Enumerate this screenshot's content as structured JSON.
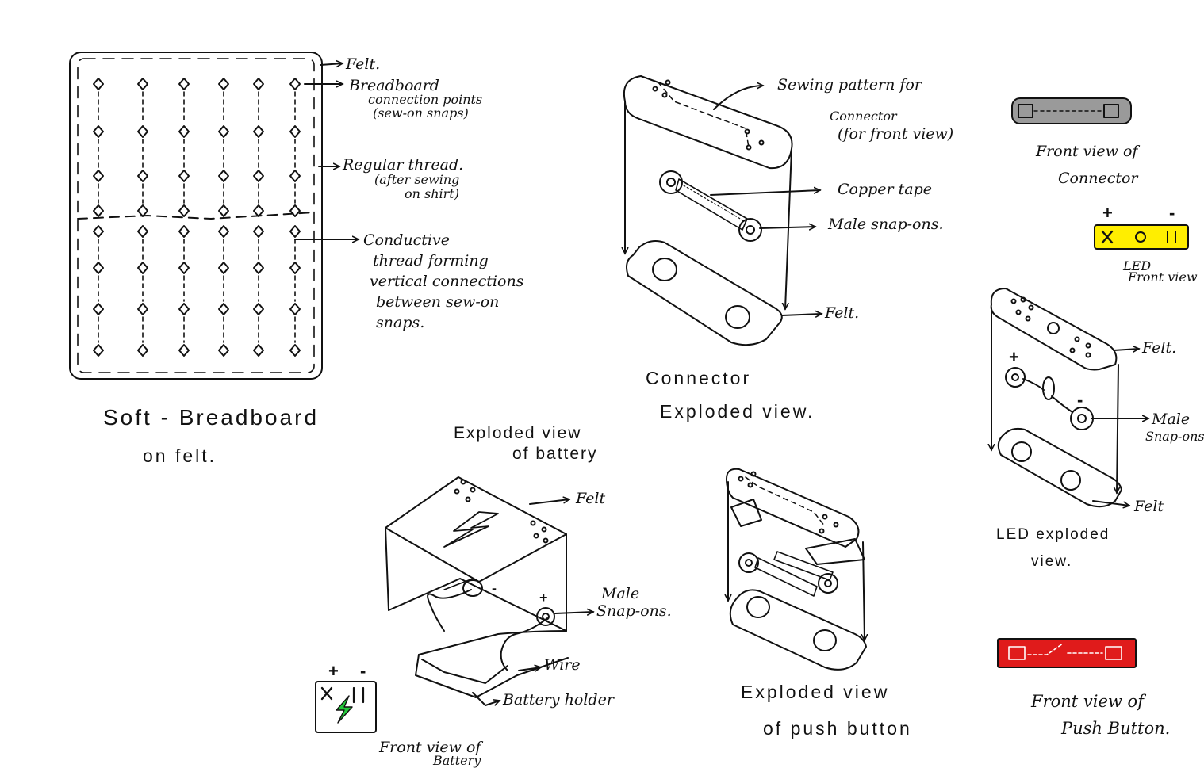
{
  "colors": {
    "ink": "#111111",
    "led_yellow": "#ffee00",
    "button_red": "#e01b1b",
    "connector_grey": "#9a9a9a",
    "battery_bolt": "#22c93a"
  },
  "breadboard": {
    "title_line1": "Soft - Breadboard",
    "title_line2": "on felt.",
    "labels": {
      "felt": "Felt.",
      "points_line1": "Breadboard",
      "points_line2": "connection points",
      "points_line3": "(sew-on snaps)",
      "thread_line1": "Regular thread.",
      "thread_line2": "(after sewing",
      "thread_line3": "on shirt)",
      "conductive_line1": "Conductive",
      "conductive_line2": "thread forming",
      "conductive_line3": "vertical connections",
      "conductive_line4": "between sew-on",
      "conductive_line5": "snaps."
    }
  },
  "connector": {
    "title_line1": "Connector",
    "title_line2": "Exploded view.",
    "labels": {
      "sewing_line1": "Sewing pattern for",
      "sewing_line2": "Connector",
      "sewing_line3": "(for front view)",
      "copper": "Copper tape",
      "male": "Male snap-ons.",
      "felt": "Felt."
    },
    "front_view_line1": "Front view of",
    "front_view_line2": "Connector"
  },
  "led": {
    "plus": "+",
    "minus": "-",
    "front_line1": "LED",
    "front_line2": "Front view",
    "title_line1": "LED exploded",
    "title_line2": "view.",
    "labels": {
      "felt_top": "Felt.",
      "male_line1": "Male",
      "male_line2": "Snap-ons",
      "felt_bottom": "Felt",
      "plus": "+",
      "minus": "-"
    }
  },
  "battery": {
    "title_line1": "Exploded view",
    "title_line2": "of battery",
    "labels": {
      "felt": "Felt",
      "male_line1": "Male",
      "male_line2": "Snap-ons.",
      "wire": "Wire",
      "holder": "Battery holder",
      "plus": "+",
      "minus": "-"
    },
    "front_plus": "+",
    "front_minus": "-",
    "front_line1": "Front view of",
    "front_line2": "Battery"
  },
  "push_button": {
    "title_line1": "Exploded view",
    "title_line2": "of push button",
    "front_line1": "Front view of",
    "front_line2": "Push Button."
  }
}
